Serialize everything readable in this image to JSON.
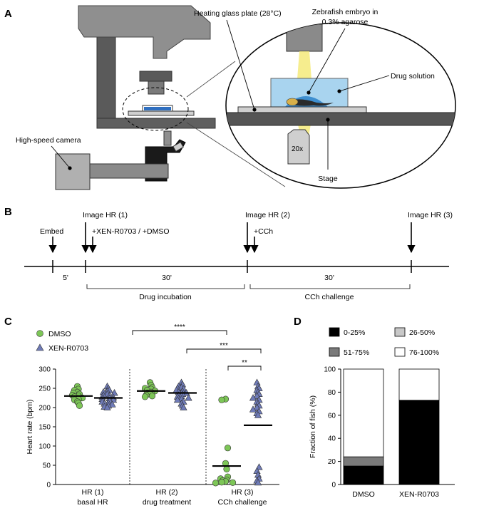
{
  "panel_a": {
    "label": "A",
    "heating_plate": "Heating glass plate (28°C)",
    "embryo_line1": "Zebrafish embryo in",
    "embryo_line2": "0.3% agarose",
    "drug_solution": "Drug solution",
    "camera": "High-speed camera",
    "objective": "20x",
    "stage": "Stage",
    "colors": {
      "body_gray": "#8a8a8a",
      "dark_gray": "#555555",
      "beam": "#f5ea7a",
      "solution": "#a9d4ef",
      "solution_dark": "#3f8fd0",
      "dish_blue": "#2f6fc0"
    }
  },
  "panel_b": {
    "label": "B",
    "image_hr1": "Image HR (1)",
    "image_hr2": "Image HR (2)",
    "image_hr3": "Image HR (3)",
    "embed": "Embed",
    "drug_add": "+XEN-R0703 / +DMSO",
    "cch_add": "+CCh",
    "interval_5": "5'",
    "interval_30a": "30'",
    "interval_30b": "30'",
    "drug_incubation": "Drug incubation",
    "cch_challenge": "CCh challenge"
  },
  "panel_c": {
    "label": "C",
    "legend_dmso": "DMSO",
    "legend_xen": "XEN-R0703",
    "sig1": "****",
    "sig2": "***",
    "sig3": "**",
    "group_labels": [
      {
        "line1": "HR (1)",
        "line2": "basal HR"
      },
      {
        "line1": "HR (2)",
        "line2": "drug treatment"
      },
      {
        "line1": "HR (3)",
        "line2": "CCh challenge"
      }
    ],
    "chart_data": {
      "type": "scatter",
      "ylabel": "Heart rate (bpm)",
      "ylim": [
        0,
        300
      ],
      "yticks": [
        "0",
        "50",
        "100",
        "150",
        "200",
        "250",
        "300"
      ],
      "colors": {
        "DMSO": "#7dc657",
        "XEN-R0703": "#6f7bb8"
      },
      "groups": [
        {
          "name": "HR (1)",
          "DMSO": {
            "mean": 230,
            "values": [
              255,
              248,
              245,
              240,
              238,
              235,
              232,
              230,
              228,
              225,
              222,
              220,
              215,
              212,
              205
            ]
          },
          "XEN-R0703": {
            "mean": 225,
            "values": [
              255,
              250,
              245,
              242,
              240,
              238,
              235,
              232,
              230,
              228,
              226,
              224,
              222,
              220,
              218,
              215,
              212,
              210,
              208,
              205,
              202,
              200
            ]
          }
        },
        {
          "name": "HR (2)",
          "DMSO": {
            "mean": 243,
            "values": [
              265,
              258,
              252,
              250,
              248,
              245,
              243,
              240,
              238,
              235,
              232,
              230,
              228
            ]
          },
          "XEN-R0703": {
            "mean": 238,
            "values": [
              265,
              260,
              255,
              252,
              250,
              248,
              245,
              242,
              240,
              238,
              235,
              232,
              230,
              228,
              225,
              222,
              220,
              215,
              210,
              205,
              200
            ]
          }
        },
        {
          "name": "HR (3)",
          "DMSO": {
            "mean": 48,
            "values": [
              222,
              220,
              95,
              55,
              40,
              20,
              15,
              12,
              10,
              8,
              6,
              5,
              4
            ]
          },
          "XEN-R0703": {
            "mean": 154,
            "values": [
              265,
              255,
              250,
              245,
              240,
              235,
              230,
              225,
              220,
              215,
              210,
              205,
              200,
              195,
              190,
              185,
              180,
              45,
              35,
              25,
              15,
              10,
              5
            ]
          }
        }
      ]
    }
  },
  "panel_d": {
    "label": "D",
    "legend": [
      {
        "name": "0-25%",
        "color": "#000000"
      },
      {
        "name": "26-50%",
        "color": "#c8c8c8"
      },
      {
        "name": "51-75%",
        "color": "#7a7a7a"
      },
      {
        "name": "76-100%",
        "color": "#ffffff"
      }
    ],
    "chart_data": {
      "type": "bar",
      "stacked": true,
      "categories": [
        "DMSO",
        "XEN-R0703"
      ],
      "ylabel": "Fraction of fish (%)",
      "ylim": [
        0,
        100
      ],
      "yticks": [
        "0",
        "20",
        "40",
        "60",
        "80",
        "100"
      ],
      "series": [
        {
          "name": "0-25%",
          "values": [
            16,
            73
          ]
        },
        {
          "name": "26-50%",
          "values": [
            0,
            0
          ]
        },
        {
          "name": "51-75%",
          "values": [
            8,
            0
          ]
        },
        {
          "name": "76-100%",
          "values": [
            76,
            27
          ]
        }
      ]
    }
  }
}
